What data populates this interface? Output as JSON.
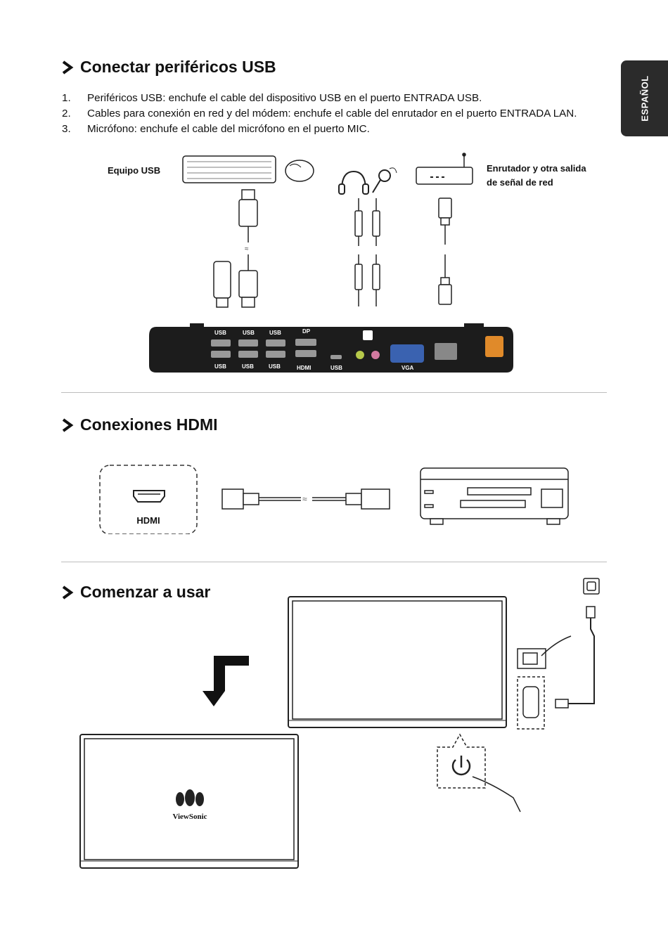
{
  "side_tab": "ESPAÑOL",
  "sections": {
    "usb": {
      "title": "Conectar periféricos USB",
      "items": [
        {
          "num": "1.",
          "text": "Periféricos USB: enchufe el cable del dispositivo USB en el puerto ENTRADA USB."
        },
        {
          "num": "2.",
          "text": "Cables para conexión en red y del módem: enchufe el cable del enrutador en el puerto ENTRADA LAN."
        },
        {
          "num": "3.",
          "text": "Micrófono: enchufe el cable del micrófono en el puerto MIC."
        }
      ],
      "label_usb_device": "Equipo USB",
      "label_router_line1": "Enrutador y otra salida",
      "label_router_line2": "de señal de red",
      "ports": {
        "usb": "USB",
        "dp": "DP",
        "hdmi": "HDMI",
        "vga": "VGA"
      }
    },
    "hdmi": {
      "title": "Conexiones HDMI",
      "port_label": "HDMI"
    },
    "start": {
      "title": "Comenzar a usar",
      "brand": "ViewSonic"
    }
  }
}
